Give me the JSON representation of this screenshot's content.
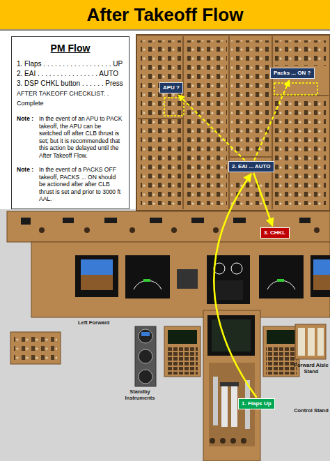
{
  "diagram": {
    "title": "After Takeoff Flow",
    "nodes": [
      {
        "text": [
          "PM Flow",
          "1. Flaps . . . . . . . . . . . . . . . . . . UP",
          "2. EAI . . . . . . . . . . . . . . . . AUTO",
          "3. DSP CHKL button . . . . . . Press",
          "AFTER TAKEOFF CHECKLIST. . Complete",
          "Note :",
          "In the event of an APU to PACK takeoff, the APU can be switched off after CLB thrust is set; but it is recommended that this action be delayed until the After Takeoff Flow.",
          "Note :",
          "In the event of a PACKS OFF takeoff, PACKS ... ON should be actioned after after CLB thrust is set and prior to 3000 ft AAL."
        ]
      },
      {
        "text": [
          "APU ?"
        ]
      },
      {
        "text": [
          "Packs ... ON ?"
        ]
      },
      {
        "text": [
          "2. EAI ... AUTO"
        ]
      },
      {
        "text": [
          "3. CHKL"
        ]
      },
      {
        "text": [
          "1. Flaps Up"
        ]
      }
    ],
    "edges": [
      {
        "from": 5,
        "to": 3,
        "arrow": "to"
      },
      {
        "from": 3,
        "to": 4,
        "arrow": "to"
      },
      {
        "from": 3,
        "to": 1,
        "arrow": "to"
      },
      {
        "from": 3,
        "to": 2,
        "arrow": "to"
      }
    ],
    "labels": [
      "Left Forward",
      "Standby Instruments",
      "Forward Aisle Stand",
      "Control Stand"
    ]
  }
}
